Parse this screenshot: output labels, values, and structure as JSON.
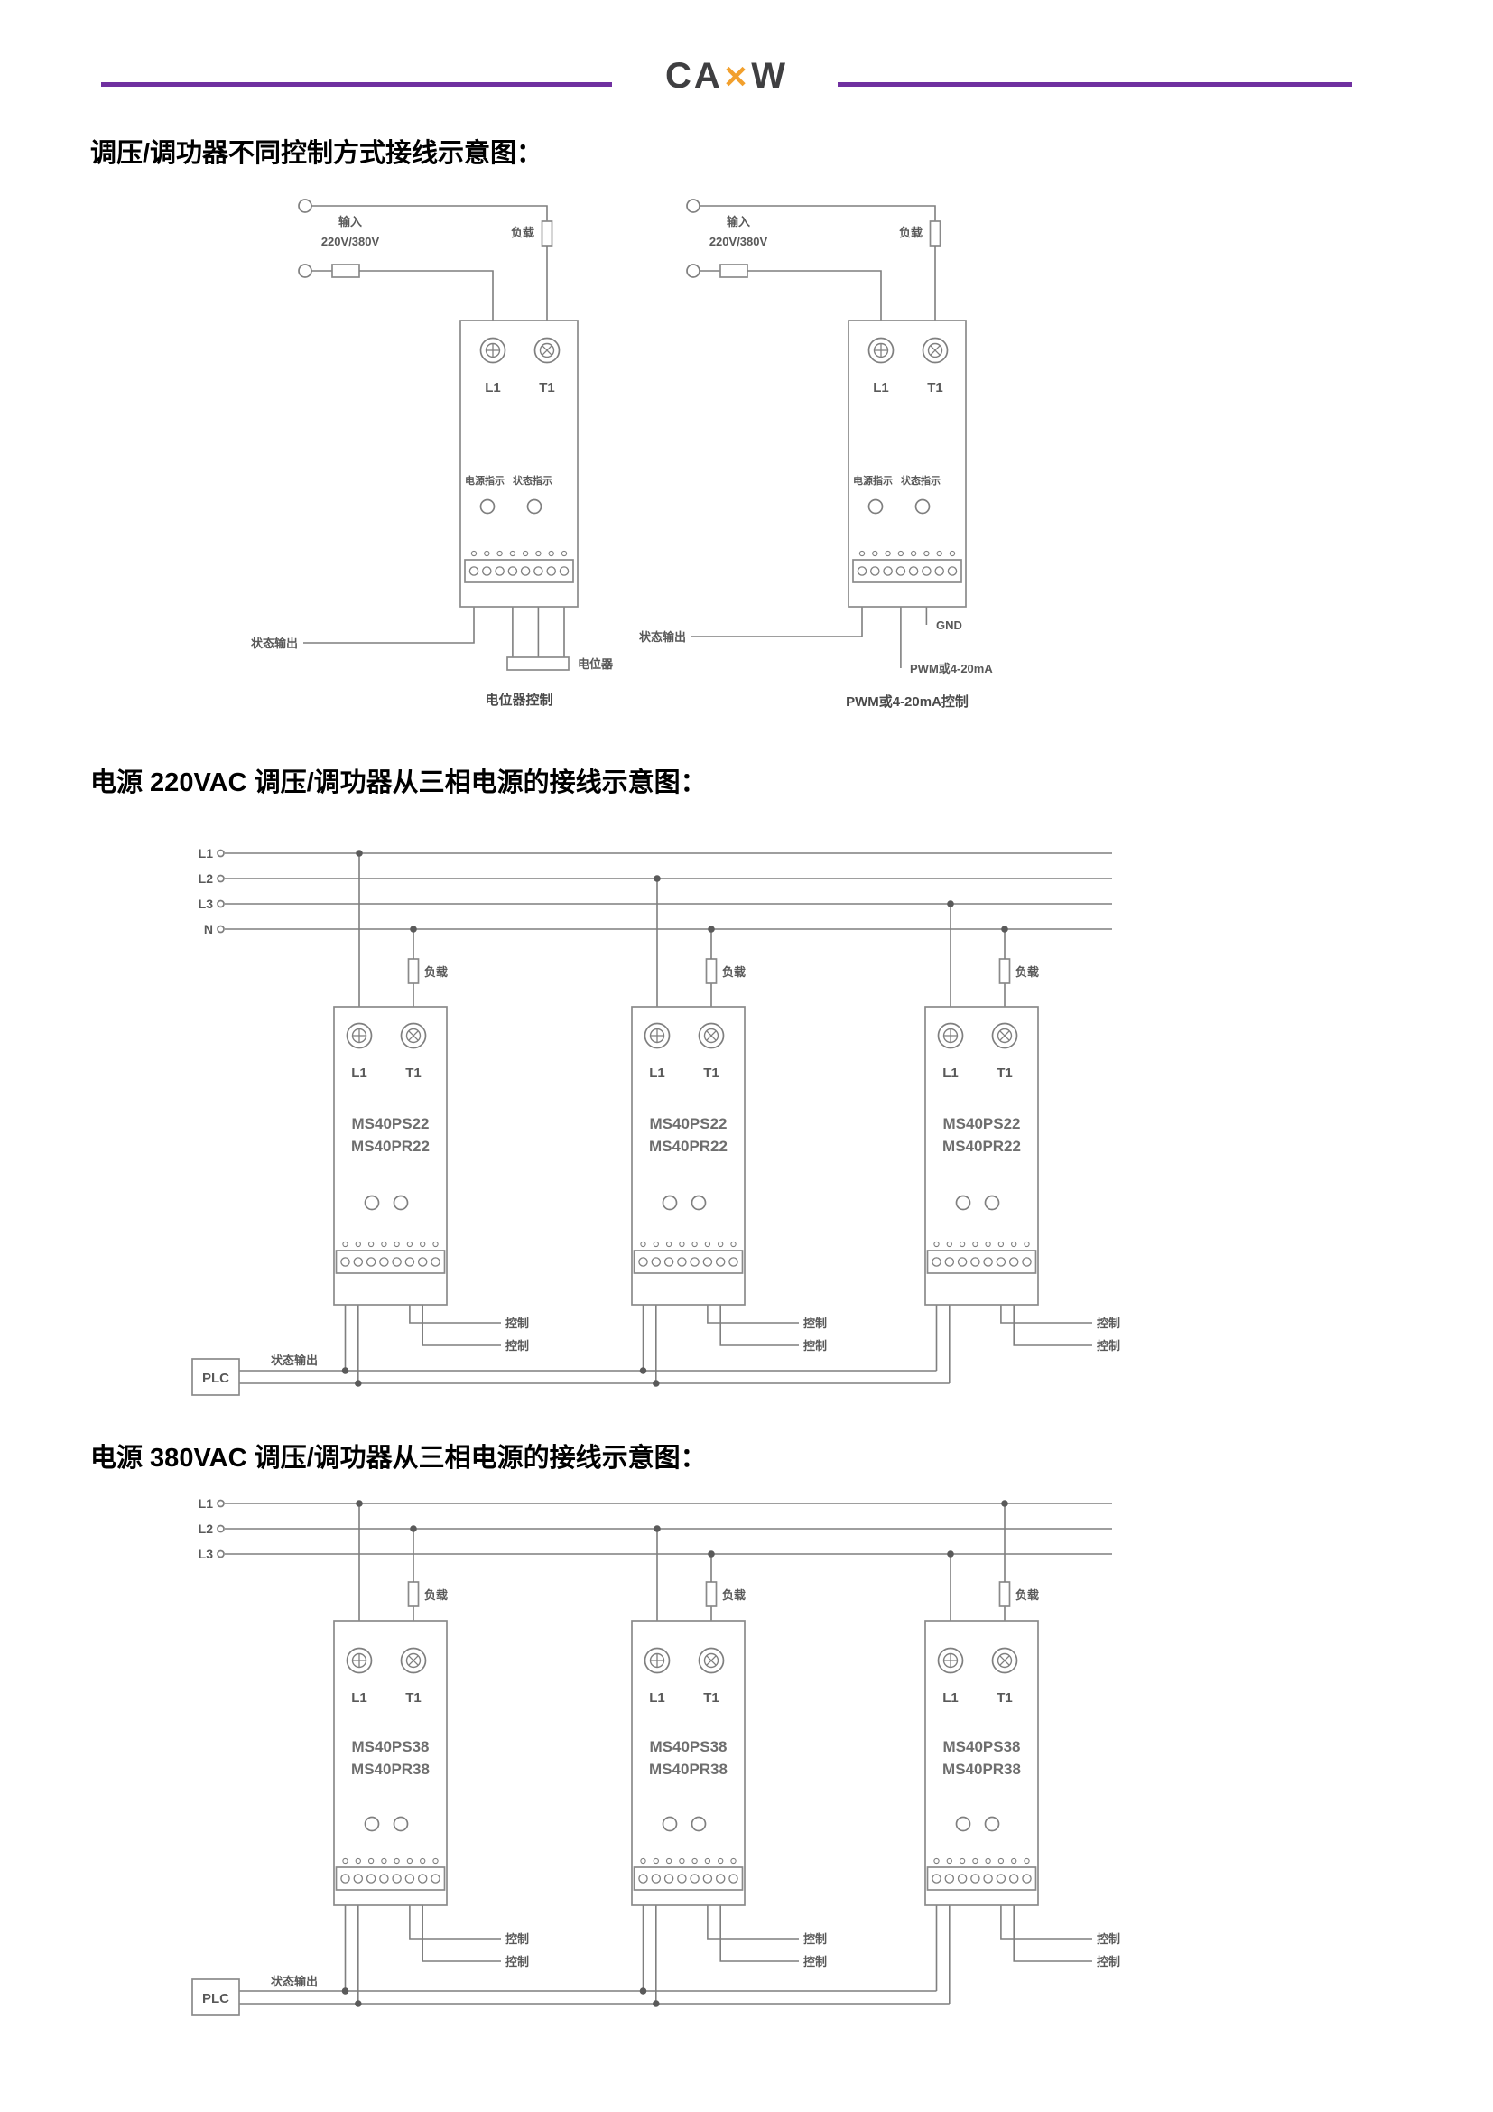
{
  "header": {
    "logo": {
      "left": "CA",
      "mark": "✕",
      "right": "W"
    }
  },
  "sections": {
    "s1_title": "调压/调功器不同控制方式接线示意图：",
    "s2_title": "电源 220VAC 调压/调功器从三相电源的接线示意图：",
    "s3_title": "电源 380VAC 调压/调功器从三相电源的接线示意图："
  },
  "diagram1": {
    "left": {
      "input_line1": "输入",
      "input_line2": "220V/380V",
      "load": "负载",
      "terminal_l1": "L1",
      "terminal_t1": "T1",
      "power_indicator": "电源指示",
      "status_indicator": "状态指示",
      "status_output": "状态输出",
      "potentiometer": "电位器",
      "caption": "电位器控制"
    },
    "right": {
      "input_line1": "输入",
      "input_line2": "220V/380V",
      "load": "负载",
      "terminal_l1": "L1",
      "terminal_t1": "T1",
      "power_indicator": "电源指示",
      "status_indicator": "状态指示",
      "status_output": "状态输出",
      "gnd": "GND",
      "pwm": "PWM或4-20mA",
      "caption": "PWM或4-20mA控制"
    }
  },
  "diagram2": {
    "bus_labels": {
      "l1": "L1",
      "l2": "L2",
      "l3": "L3",
      "n": "N"
    },
    "load": "负载",
    "model_line1": "MS40PS22",
    "model_line2": "MS40PR22",
    "terminal_l1": "L1",
    "terminal_t1": "T1",
    "control": "控制",
    "status_output": "状态输出",
    "plc": "PLC"
  },
  "diagram3": {
    "bus_labels": {
      "l1": "L1",
      "l2": "L2",
      "l3": "L3"
    },
    "load": "负载",
    "model_line1": "MS40PS38",
    "model_line2": "MS40PR38",
    "terminal_l1": "L1",
    "terminal_t1": "T1",
    "control": "控制",
    "status_output": "状态输出",
    "plc": "PLC"
  },
  "colors": {
    "accent_purple": "#7030a0",
    "logo_orange": "#f2a02d",
    "logo_dark": "#3f3f41",
    "diagram_gray": "#7f7f7f",
    "label_gray": "#595959"
  }
}
